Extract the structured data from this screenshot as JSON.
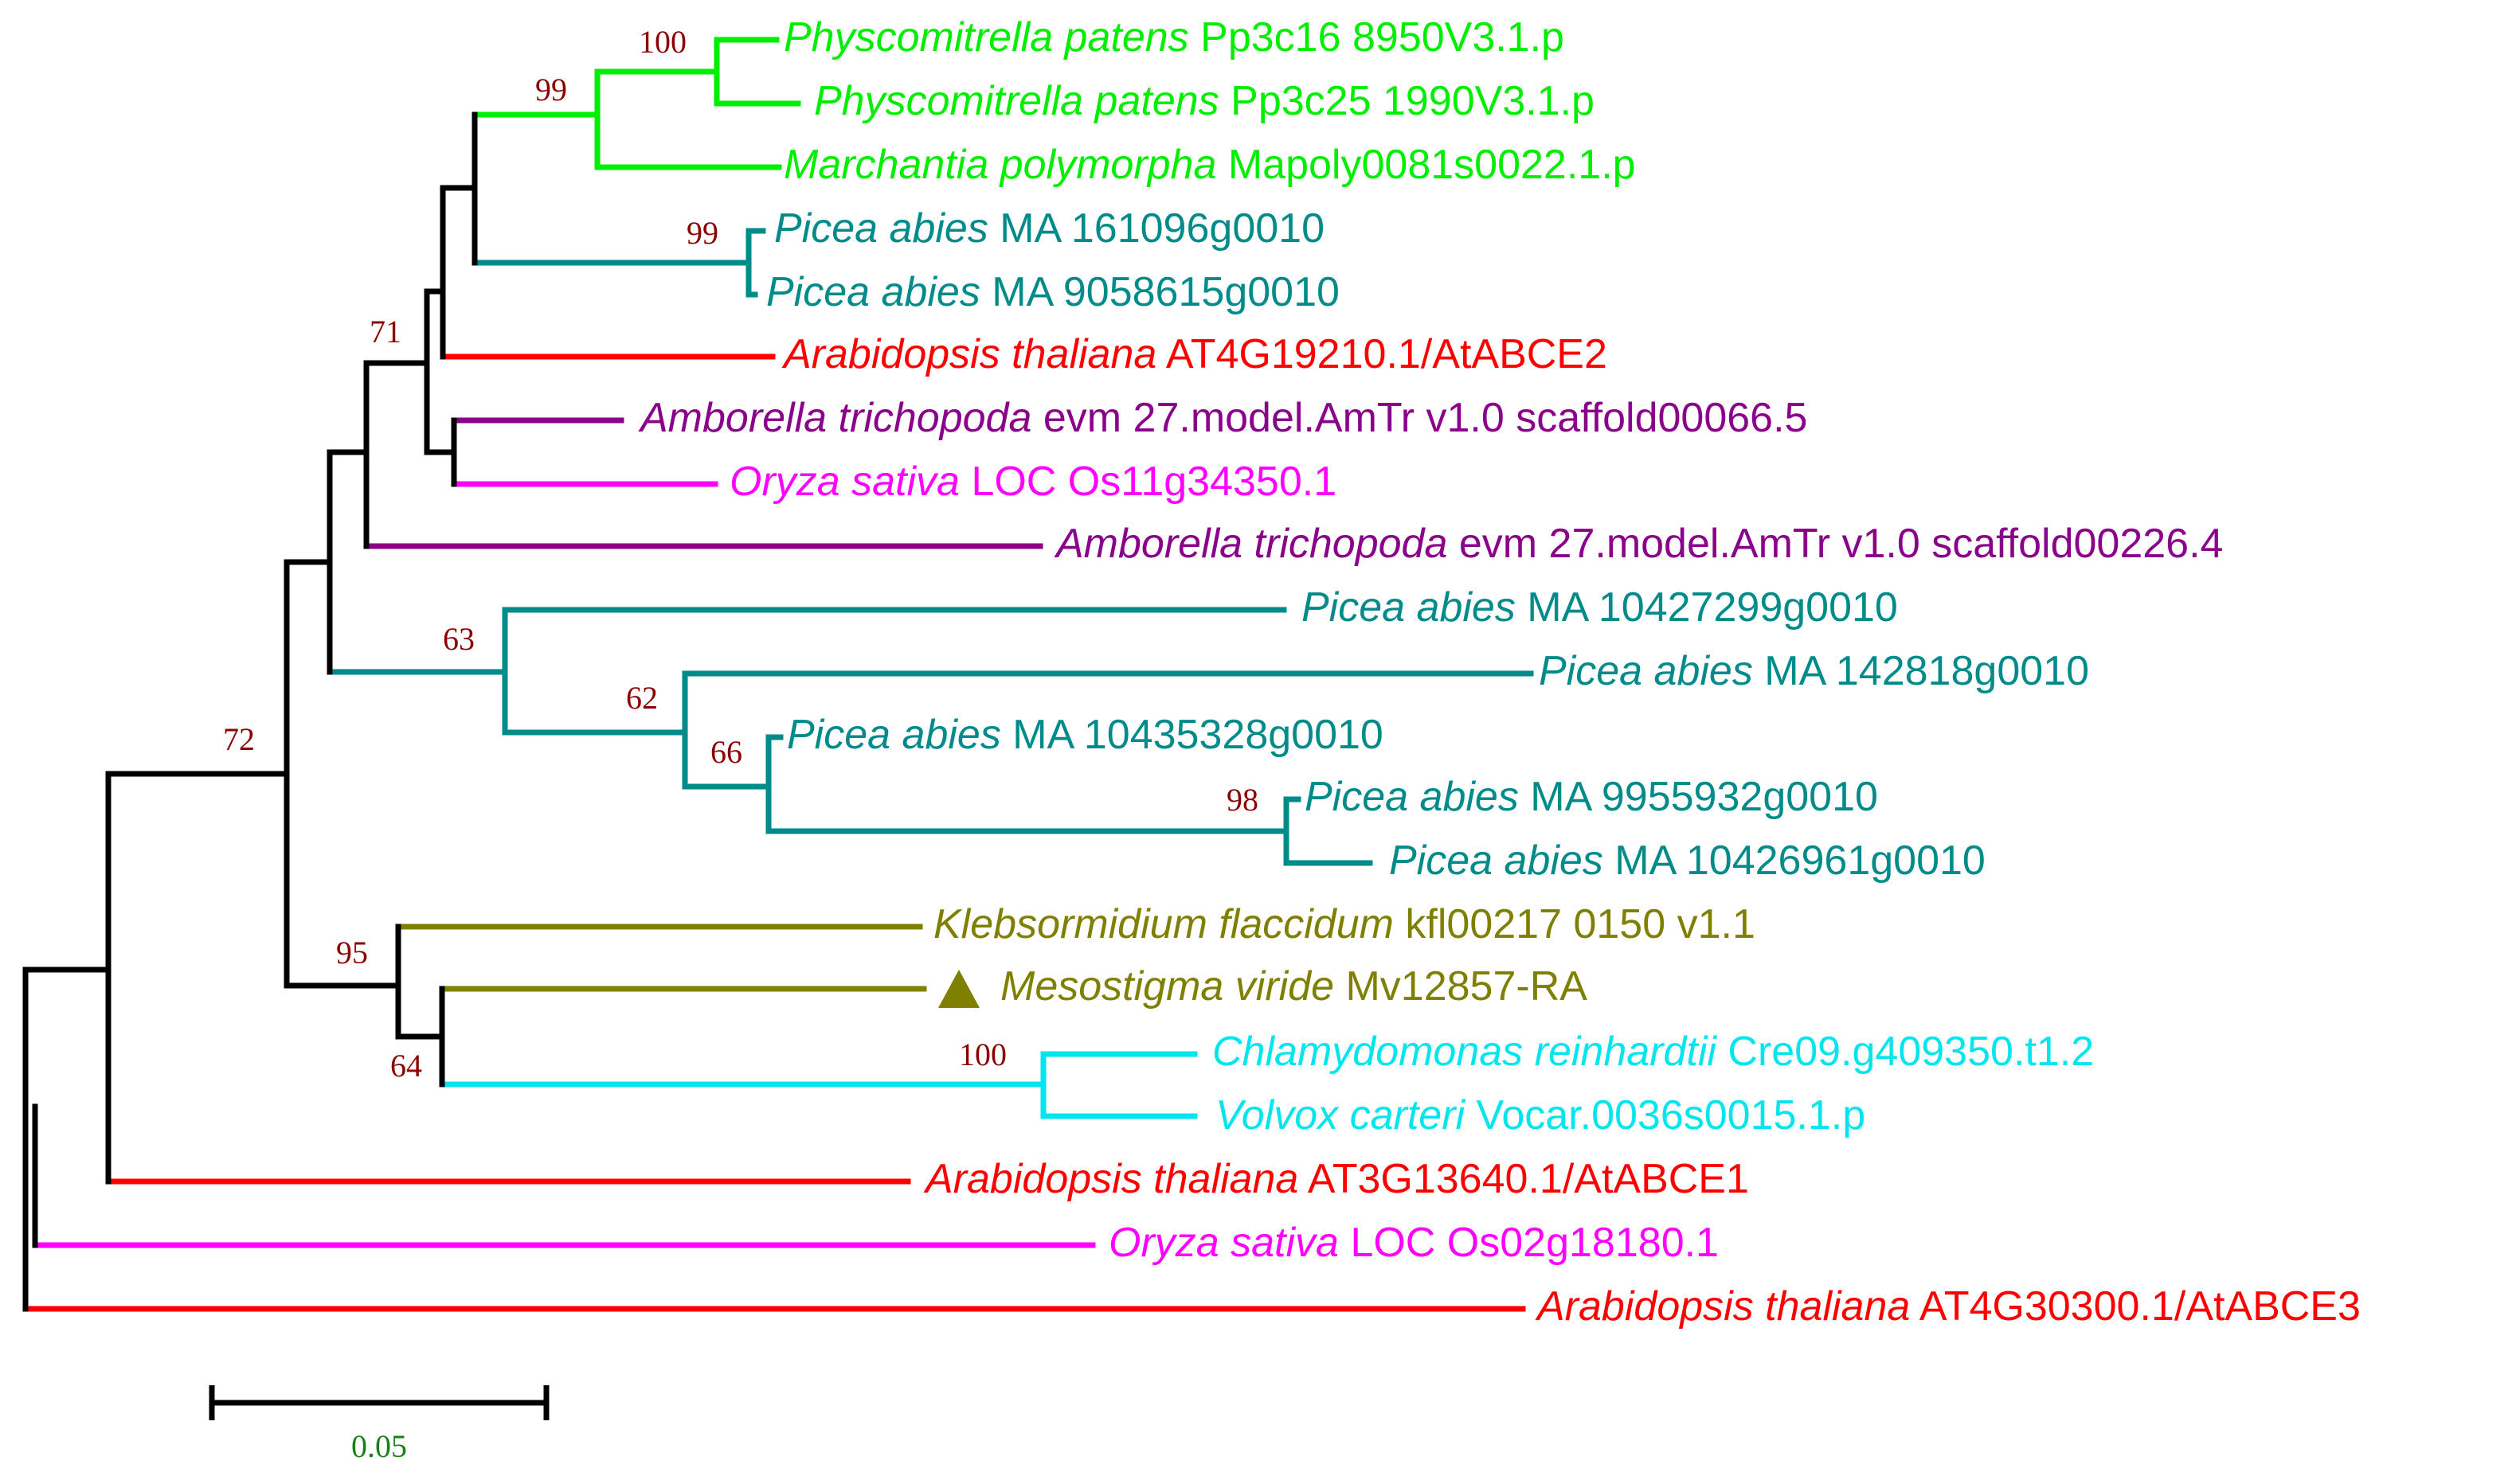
{
  "colors": {
    "backbone": "#000000",
    "moss": "#00ee00",
    "conifer": "#008b8b",
    "arabidopsis": "#ff0000",
    "amborella": "#8b008b",
    "oryza": "#ff00ff",
    "charophyte": "#808000",
    "chlorophyte": "#00e5ee",
    "support": "#8b0000",
    "scale": "#1a7f1a"
  },
  "leaves": [
    {
      "species": "Physcomitrella patens",
      "id": "Pp3c16 8950V3.1.p",
      "color": "moss"
    },
    {
      "species": "Physcomitrella patens",
      "id": "Pp3c25 1990V3.1.p",
      "color": "moss"
    },
    {
      "species": "Marchantia polymorpha",
      "id": "Mapoly0081s0022.1.p",
      "color": "moss"
    },
    {
      "species": "Picea abies",
      "id": "MA 161096g0010",
      "color": "conifer"
    },
    {
      "species": "Picea abies",
      "id": "MA 9058615g0010",
      "color": "conifer"
    },
    {
      "species": "Arabidopsis thaliana",
      "id": "AT4G19210.1/AtABCE2",
      "color": "arabidopsis"
    },
    {
      "species": "Amborella trichopoda",
      "id": "evm 27.model.AmTr v1.0 scaffold00066.5",
      "color": "amborella"
    },
    {
      "species": "Oryza sativa",
      "id": "LOC Os11g34350.1",
      "color": "oryza"
    },
    {
      "species": "Amborella trichopoda",
      "id": "evm 27.model.AmTr v1.0 scaffold00226.4",
      "color": "amborella"
    },
    {
      "species": "Picea abies",
      "id": "MA 10427299g0010",
      "color": "conifer"
    },
    {
      "species": "Picea abies",
      "id": "MA 142818g0010",
      "color": "conifer"
    },
    {
      "species": "Picea abies",
      "id": "MA 10435328g0010",
      "color": "conifer"
    },
    {
      "species": "Picea abies",
      "id": "MA 9955932g0010",
      "color": "conifer"
    },
    {
      "species": "Picea abies",
      "id": "MA 10426961g0010",
      "color": "conifer"
    },
    {
      "species": "Klebsormidium flaccidum",
      "id": "kfl00217 0150 v1.1",
      "color": "charophyte"
    },
    {
      "species": "Mesostigma viride",
      "id": "Mv12857-RA",
      "color": "charophyte",
      "marker": "triangle"
    },
    {
      "species": "Chlamydomonas reinhardtii",
      "id": "Cre09.g409350.t1.2",
      "color": "chlorophyte"
    },
    {
      "species": "Volvox carteri",
      "id": "Vocar.0036s0015.1.p",
      "color": "chlorophyte"
    },
    {
      "species": "Arabidopsis thaliana",
      "id": "AT3G13640.1/AtABCE1",
      "color": "arabidopsis"
    },
    {
      "species": "Oryza sativa",
      "id": "LOC Os02g18180.1",
      "color": "oryza"
    },
    {
      "species": "Arabidopsis thaliana",
      "id": "AT4G30300.1/AtABCE3",
      "color": "arabidopsis"
    }
  ],
  "support_values": [
    "100",
    "99",
    "99",
    "71",
    "63",
    "62",
    "66",
    "98",
    "72",
    "95",
    "100",
    "64"
  ],
  "scale_bar": {
    "label": "0.05"
  }
}
